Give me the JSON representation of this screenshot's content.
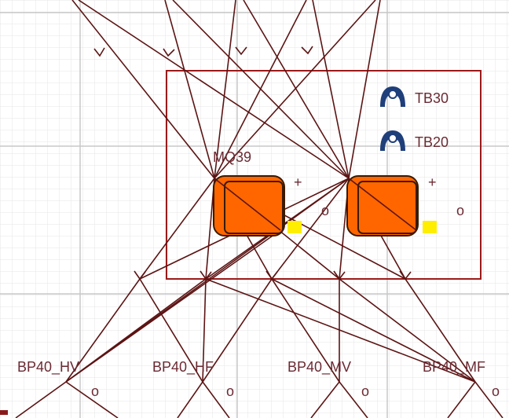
{
  "colors": {
    "background": "#ffffff",
    "grid_minor": "#e4e4e4",
    "grid_major": "#c6c6c6",
    "wire": "#5c1414",
    "frame": "#9b1a1a",
    "device_fill": "#ff6600",
    "device_stroke": "#3a1a00",
    "marker": "#ffee00",
    "label": "#6b2a33",
    "operator_icon": "#1f3f7a"
  },
  "diagram": {
    "group_label": "MQ39",
    "operators": [
      {
        "label": "TB30",
        "icon": "operator-icon"
      },
      {
        "label": "TB20",
        "icon": "operator-icon"
      }
    ],
    "devices": [
      {
        "name": "device-left",
        "icon": "rounded-square-device"
      },
      {
        "name": "device-right",
        "icon": "rounded-square-device"
      }
    ],
    "bottom_labels": [
      "BP40_HV",
      "BP40_HF",
      "BP40_MV",
      "BP40_MF"
    ],
    "port_markers": [
      "+",
      "o"
    ]
  }
}
